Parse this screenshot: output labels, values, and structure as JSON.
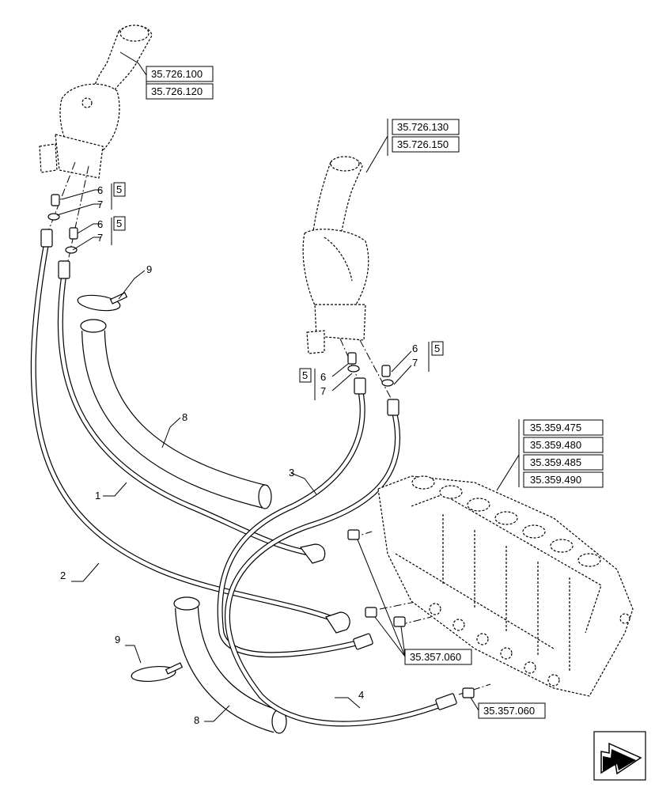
{
  "references": {
    "left_joystick_group": [
      "35.726.100",
      "35.726.120"
    ],
    "right_joystick_group": [
      "35.726.130",
      "35.726.150"
    ],
    "control_valve_group": [
      "35.359.475",
      "35.359.480",
      "35.359.485",
      "35.359.490"
    ],
    "valve_fitting_upper": "35.357.060",
    "valve_fitting_lower": "35.357.060"
  },
  "callouts": {
    "hose_1": "1",
    "hose_2": "2",
    "hose_3": "3",
    "hose_4": "4",
    "fitting_6": "6",
    "seal_7": "7",
    "kit_5": "5",
    "sleeve_8": "8",
    "tie_9": "9"
  },
  "icons": {
    "navigation": "next-page-arrow-icon"
  }
}
